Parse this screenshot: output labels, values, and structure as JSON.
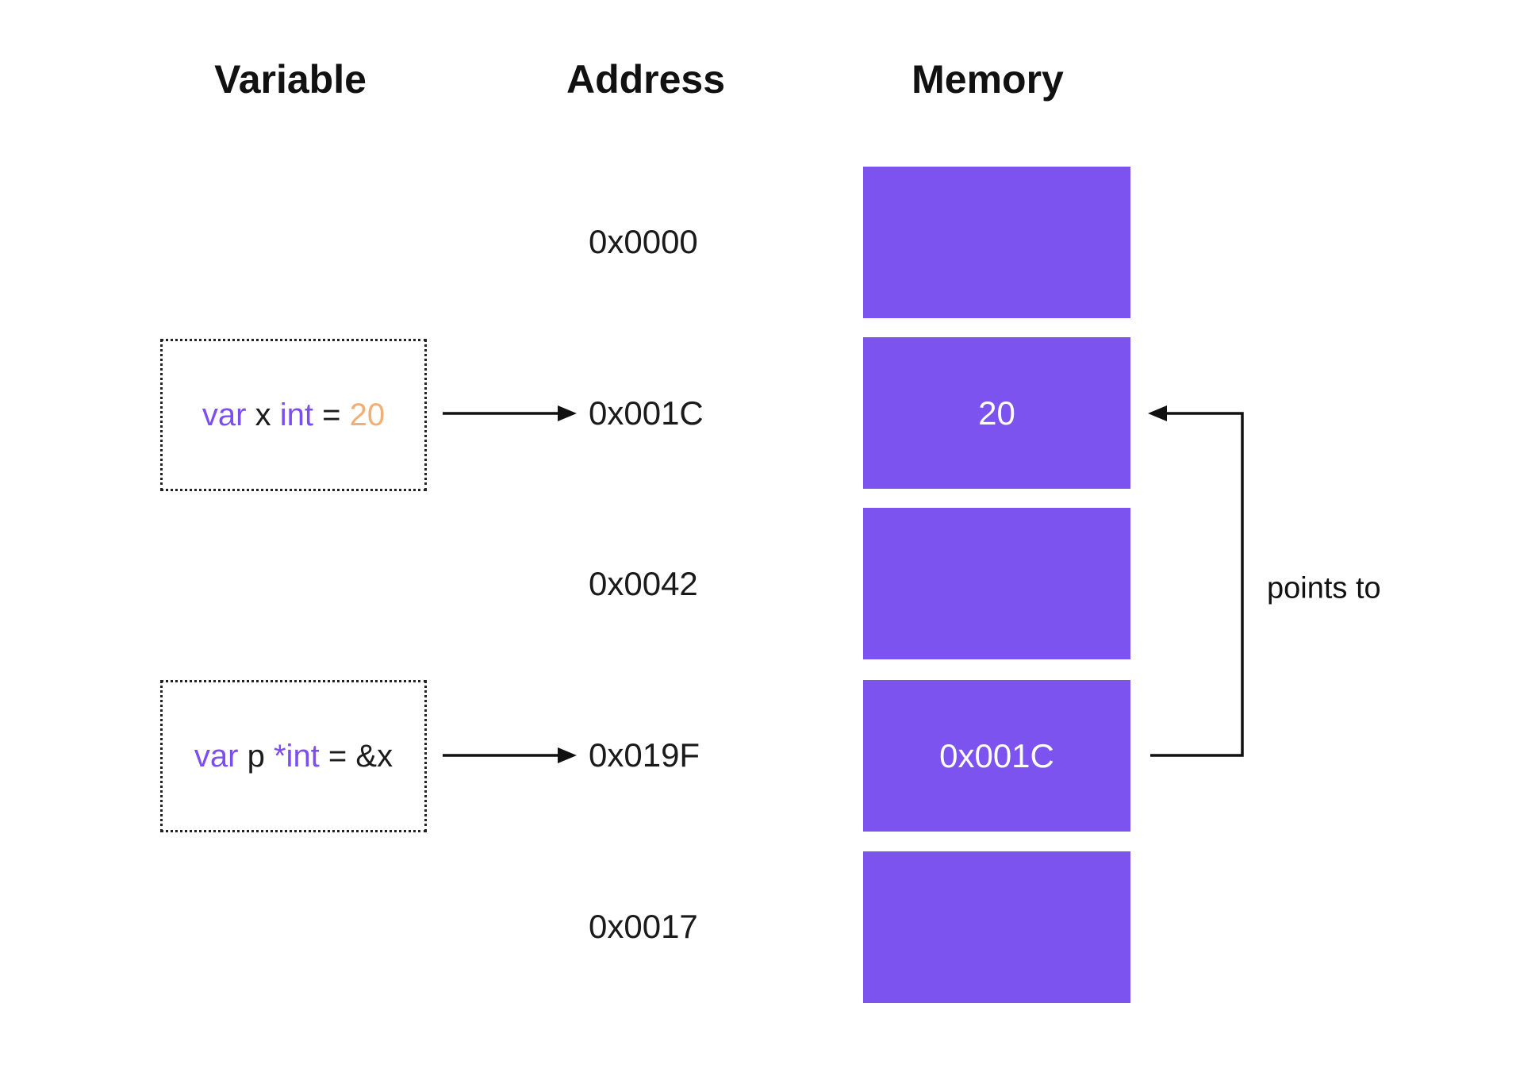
{
  "headers": {
    "variable": "Variable",
    "address": "Address",
    "memory": "Memory"
  },
  "variable_x": {
    "keyword": "var",
    "name": "x",
    "type": "int",
    "equals": "=",
    "value": "20"
  },
  "variable_p": {
    "keyword": "var",
    "name": "p",
    "type": "*int",
    "equals": "=",
    "value": "&x"
  },
  "addresses": [
    "0x0000",
    "0x001C",
    "0x0042",
    "0x019F",
    "0x0017"
  ],
  "memory_cells": [
    {
      "value": ""
    },
    {
      "value": "20"
    },
    {
      "value": ""
    },
    {
      "value": "0x001C"
    },
    {
      "value": ""
    }
  ],
  "pointer_label": "points to",
  "colors": {
    "memory_block": "#7C53EF",
    "code_purple": "#7B4DF2",
    "code_orange": "#F3AE74",
    "text": "#111111",
    "arrow": "#111111"
  }
}
